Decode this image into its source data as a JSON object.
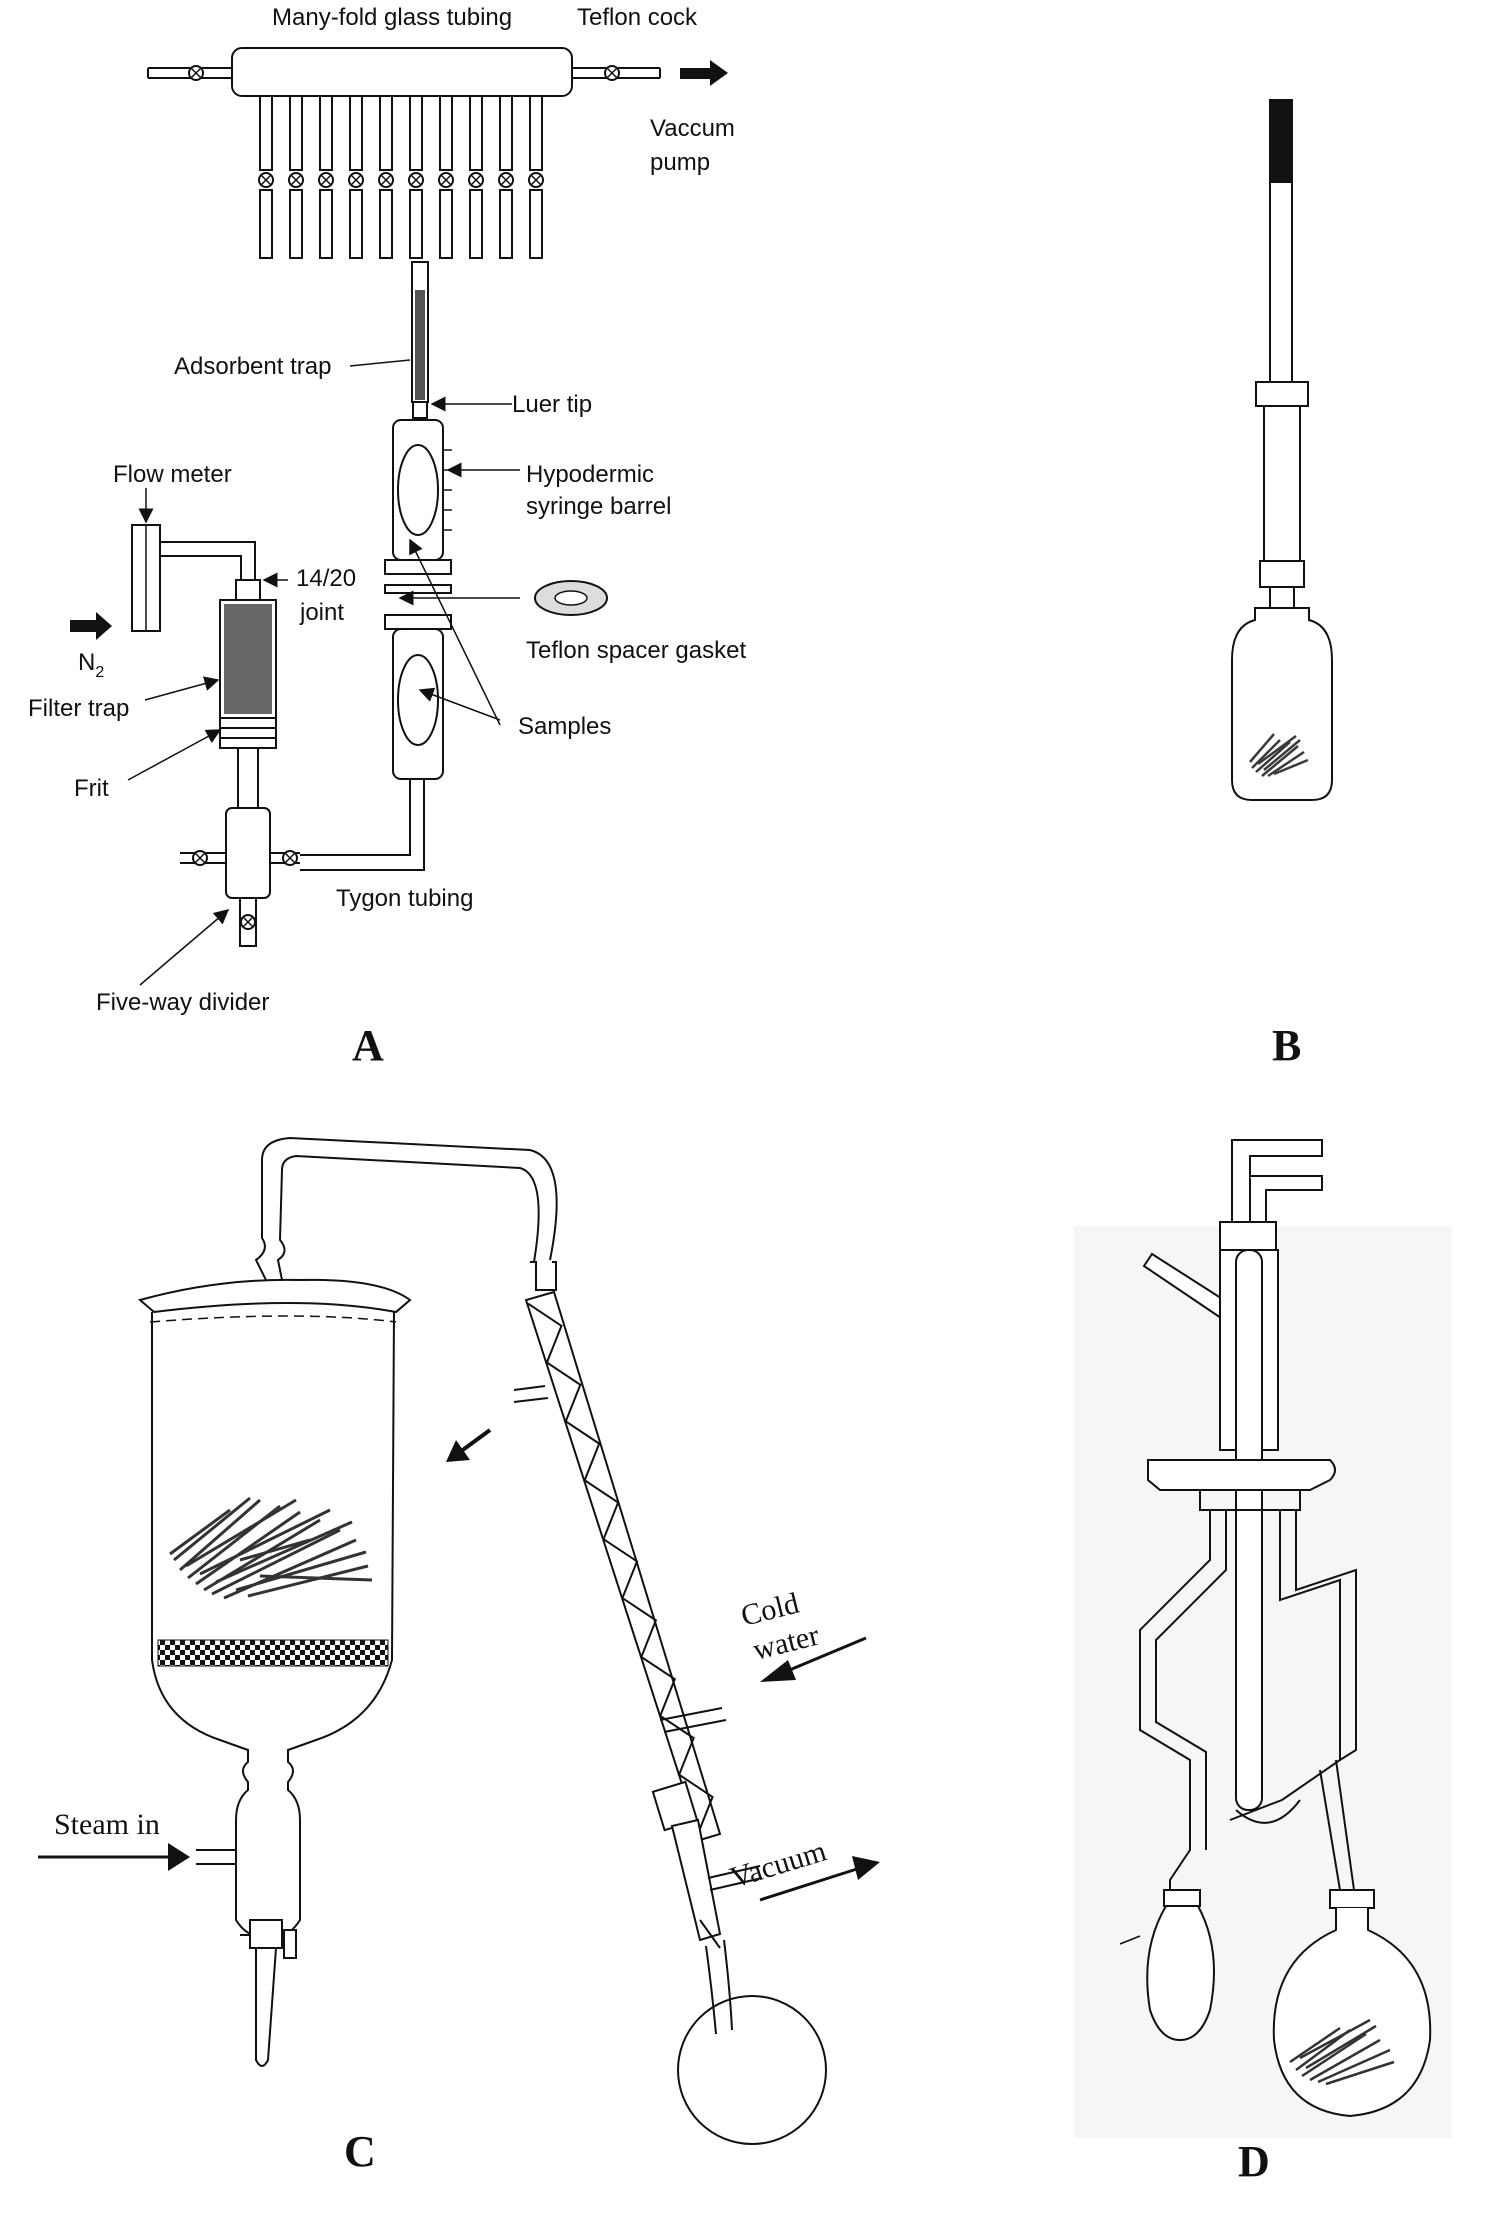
{
  "panels": {
    "a": {
      "letter": "A",
      "labels": {
        "manifold": "Many-fold glass tubing",
        "teflon_cock": "Teflon cock",
        "vacuum_pump_1": "Vaccum",
        "vacuum_pump_2": "pump",
        "adsorbent_trap": "Adsorbent trap",
        "luer_tip": "Luer tip",
        "flow_meter": "Flow meter",
        "syringe_1": "Hypodermic",
        "syringe_2": "syringe barrel",
        "joint_1": "14/20",
        "joint_2": "joint",
        "n2": "N",
        "n2_sub": "2",
        "gasket": "Teflon spacer gasket",
        "filter_trap": "Filter trap",
        "samples": "Samples",
        "frit": "Frit",
        "tygon": "Tygon tubing",
        "divider": "Five-way divider"
      }
    },
    "b": {
      "letter": "B"
    },
    "c": {
      "letter": "C",
      "labels": {
        "cold_1": "Cold",
        "cold_2": "water",
        "steam": "Steam in",
        "vacuum": "Vacuum"
      }
    },
    "d": {
      "letter": "D"
    }
  },
  "colors": {
    "ink": "#111111",
    "trap_fill": "#555555",
    "filter_fill": "#666666",
    "plant": "#3a3a3a"
  }
}
